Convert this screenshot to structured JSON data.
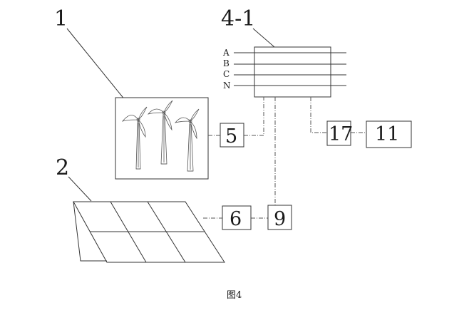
{
  "labels": {
    "wind_farm": "1",
    "solar_array": "2",
    "bus_box": "4-1",
    "phase_a": "A",
    "phase_b": "B",
    "phase_c": "C",
    "phase_n": "N",
    "box_5": "5",
    "box_6": "6",
    "box_9": "9",
    "box_17": "17",
    "box_11": "11",
    "caption": "图4"
  }
}
